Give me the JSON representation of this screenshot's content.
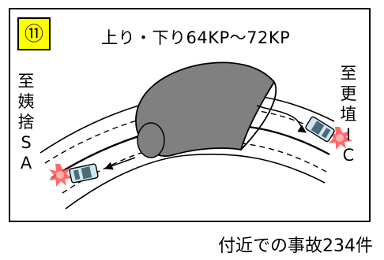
{
  "badge": {
    "number": "⑪",
    "background": "#ffff00"
  },
  "route": {
    "label": "上り・下り64KP～72KP"
  },
  "left_destination": {
    "chars": [
      "至",
      "姨",
      "捨",
      "S",
      "A"
    ]
  },
  "right_destination": {
    "chars": [
      "至",
      "更",
      "埴",
      "I",
      "C"
    ]
  },
  "footnote": {
    "text": "付近での事故234件"
  },
  "colors": {
    "tunnel_fill": "#808080",
    "car_fill": "#cfe6ee",
    "crash_burst": "#ff5a5a",
    "line": "#000000"
  },
  "icons": {
    "tunnel": "tunnel-shape",
    "car": "car-icon",
    "crash": "crash-burst-icon",
    "direction": "arrow-icon"
  }
}
